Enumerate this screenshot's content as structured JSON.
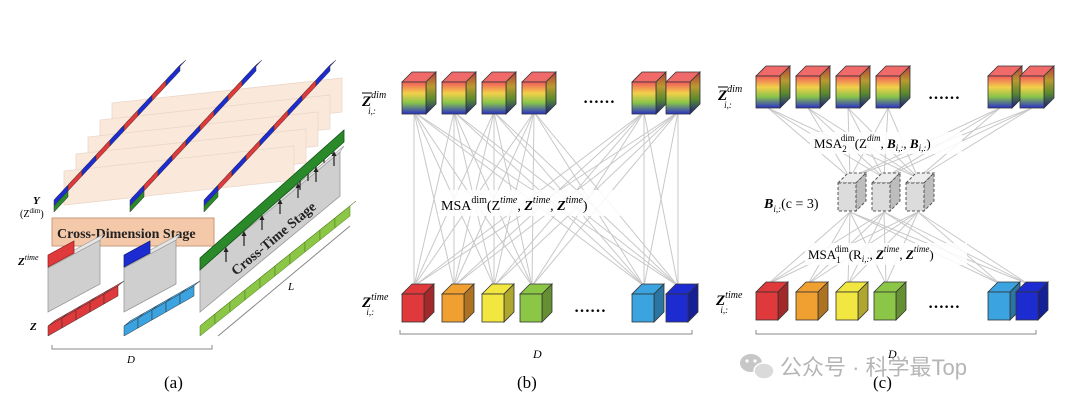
{
  "panel_a": {
    "caption": "(a)",
    "label_y_main": "Y",
    "label_y_sub": "(Z",
    "label_y_sup": "dim",
    "label_y_close": ")",
    "label_ztime_main": "Z",
    "label_ztime_sup": "time",
    "label_z": "Z",
    "dim_stage": "Cross-Dimension Stage",
    "time_stage": "Cross-Time Stage",
    "axis_d": "D",
    "axis_l": "L"
  },
  "panel_b": {
    "caption": "(b)",
    "top_label_main": "Z",
    "top_label_sup": "dim",
    "top_label_sub": "i,:",
    "bottom_label_main": "Z",
    "bottom_label_sup": "time",
    "bottom_label_sub": "i,:",
    "dots": "……",
    "msa_prefix": "MSA",
    "msa_sup": "dim",
    "msa_args": "(Z",
    "axis_d": "D"
  },
  "panel_c": {
    "caption": "(c)",
    "top_label_main": "Z",
    "top_label_sup": "dim",
    "top_label_sub": "i,:",
    "bottom_label_main": "Z",
    "bottom_label_sup": "time",
    "bottom_label_sub": "i,:",
    "dots": "……",
    "msa2_text": "MSA",
    "msa2_sub": "2",
    "msa2_sup": "dim",
    "msa2_args": "(Z",
    "b_label": "B",
    "b_sub": "i,:",
    "b_args": "(c = 3)",
    "msa1_text": "MSA",
    "msa1_sub": "1",
    "msa1_sup": "dim",
    "msa1_args": "(R",
    "axis_d": "D"
  },
  "watermark": {
    "text": "公众号 · 科学最Top"
  },
  "colors": {
    "red": "#e0393b",
    "orange": "#f0a030",
    "yellow": "#f2e640",
    "lightgreen": "#8cc646",
    "skyblue": "#3aa3e0",
    "blue": "#1d2cd0",
    "darkgreen": "#2a8a2a",
    "gray": "#c8c8c8",
    "peach": "#f4cfb3",
    "line": "#c6c6c6"
  }
}
